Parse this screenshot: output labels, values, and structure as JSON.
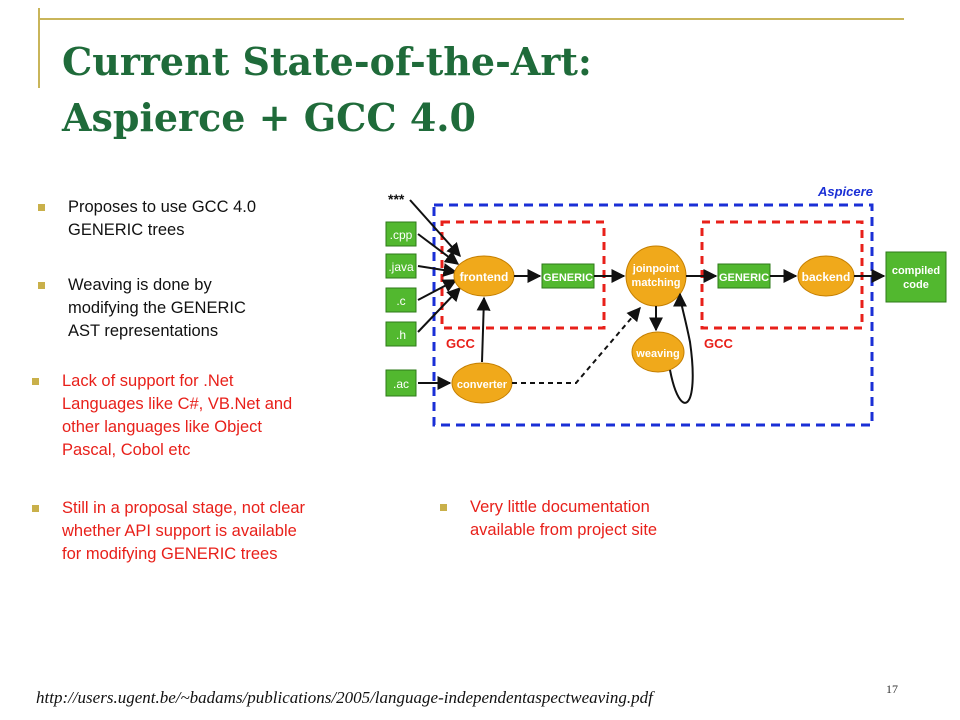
{
  "slide": {
    "title_line1": "Current State-of-the-Art:",
    "title_line2": "Aspierce + GCC 4.0",
    "page_number": "17",
    "source_url": "http://users.ugent.be/~badams/publications/2005/language-independentaspectweaving.pdf"
  },
  "bullets_black": [
    [
      "Proposes to use GCC 4.0",
      "GENERIC trees"
    ],
    [
      "Weaving is done by",
      "modifying the GENERIC",
      "AST representations"
    ]
  ],
  "bullets_red": [
    [
      "Lack of support for .Net",
      "Languages like C#, VB.Net and",
      "other languages like Object",
      "Pascal, Cobol etc"
    ],
    [
      "Still in a proposal stage, not clear",
      "whether API support is available",
      "for modifying GENERIC trees"
    ],
    [
      "Very little documentation",
      "available from project site"
    ]
  ],
  "diagram": {
    "outer_label": "Aspicere",
    "gcc_label": "GCC",
    "inputs": [
      "***",
      ".cpp",
      ".java",
      ".c",
      ".h",
      ".ac"
    ],
    "nodes": {
      "frontend": "frontend",
      "generic1": "GENERIC",
      "joinpoint": [
        "joinpoint",
        "matching"
      ],
      "generic2": "GENERIC",
      "backend": "backend",
      "compiled": [
        "compiled",
        "code"
      ],
      "weaving": "weaving",
      "converter": "converter"
    },
    "colors": {
      "outer_border": "#1a2fd6",
      "gcc_border": "#e8201a",
      "gcc_text": "#e8201a",
      "outer_text": "#1a2fd6",
      "ellipse_fill": "#f0a91b",
      "box_fill": "#52b82f"
    }
  },
  "colors": {
    "title": "#1f6b3a",
    "accent_rule": "#c9b55a",
    "bullet": "#c9b04a",
    "red_text": "#e8201a"
  }
}
